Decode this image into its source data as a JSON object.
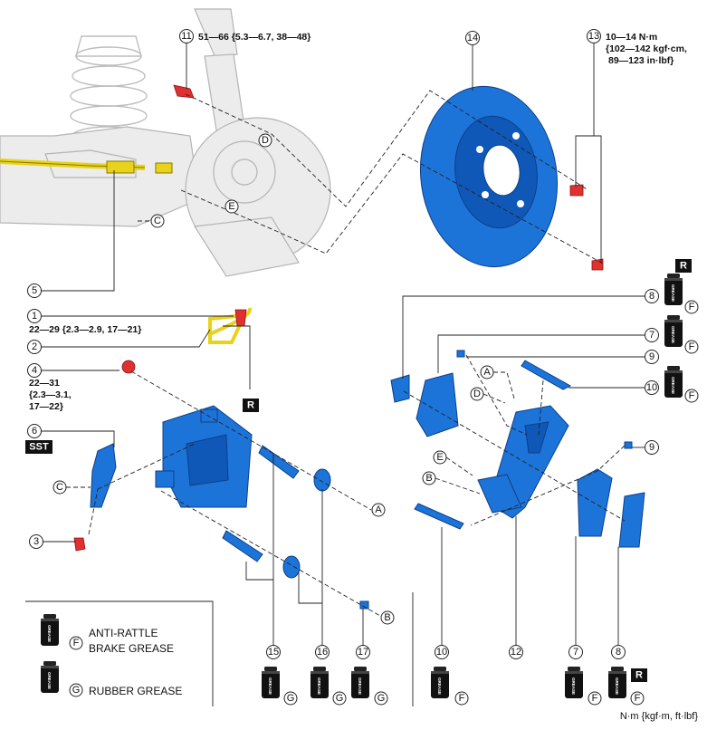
{
  "callouts": {
    "n1": "1",
    "n2": "2",
    "n3": "3",
    "n4": "4",
    "n5": "5",
    "n6": "6",
    "n7": "7",
    "n8": "8",
    "n9": "9",
    "n10": "10",
    "n11": "11",
    "n12": "12",
    "n13": "13",
    "n14": "14",
    "n15": "15",
    "n16": "16",
    "n17": "17"
  },
  "letters": {
    "a": "A",
    "b": "B",
    "c": "C",
    "d": "D",
    "e": "E",
    "f": "F",
    "g": "G"
  },
  "torque": {
    "t11": "51—66 {5.3—6.7, 38—48}",
    "t13_line1": "10—14 N·m",
    "t13_line2": "{102—142 kgf·cm,",
    "t13_line3": "89—123 in·lbf}",
    "t1": "22—29 {2.3—2.9, 17—21}",
    "t4_line1": "22—31",
    "t4_line2": "{2.3—3.1,",
    "t4_line3": "17—22}"
  },
  "badges": {
    "r": "R",
    "sst": "SST"
  },
  "can_text": "GREASE",
  "legend": {
    "f_line1": "ANTI-RATTLE",
    "f_line2": "BRAKE GREASE",
    "g_line1": "RUBBER GREASE"
  },
  "units": "N·m {kgf·m, ft·lbf}",
  "colors": {
    "part_blue": "#1c74d8",
    "bolt_red": "#e03030",
    "hose_yellow": "#e8d21a",
    "ghost_grey": "#ececec"
  }
}
